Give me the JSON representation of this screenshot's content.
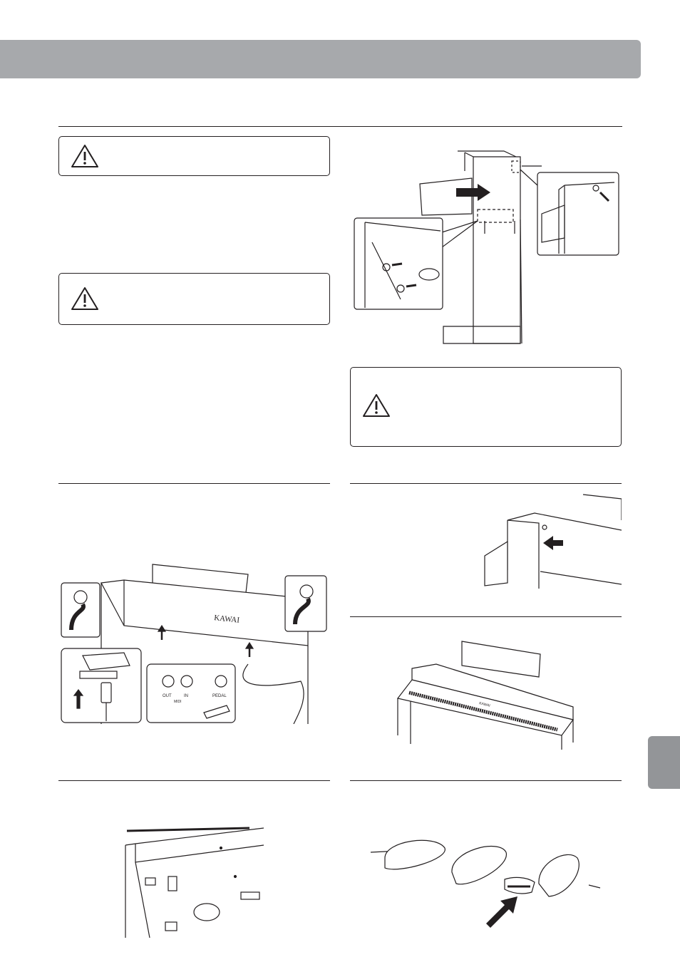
{
  "page": {
    "brand_label": "KAWAI"
  },
  "warnings": [
    {
      "icon": "warning-triangle-icon"
    },
    {
      "icon": "warning-triangle-icon"
    },
    {
      "icon": "warning-triangle-icon"
    }
  ],
  "figures": {
    "connect_cables": {
      "midi_out": "OUT",
      "midi_in": "IN",
      "midi_group": "MIDI",
      "pedal": "PEDAL"
    },
    "finished_piano": {
      "brand": "KAWAI"
    }
  },
  "colors": {
    "header_band": "#a7a9ac",
    "side_tab": "#939598",
    "line": "#231f20"
  }
}
